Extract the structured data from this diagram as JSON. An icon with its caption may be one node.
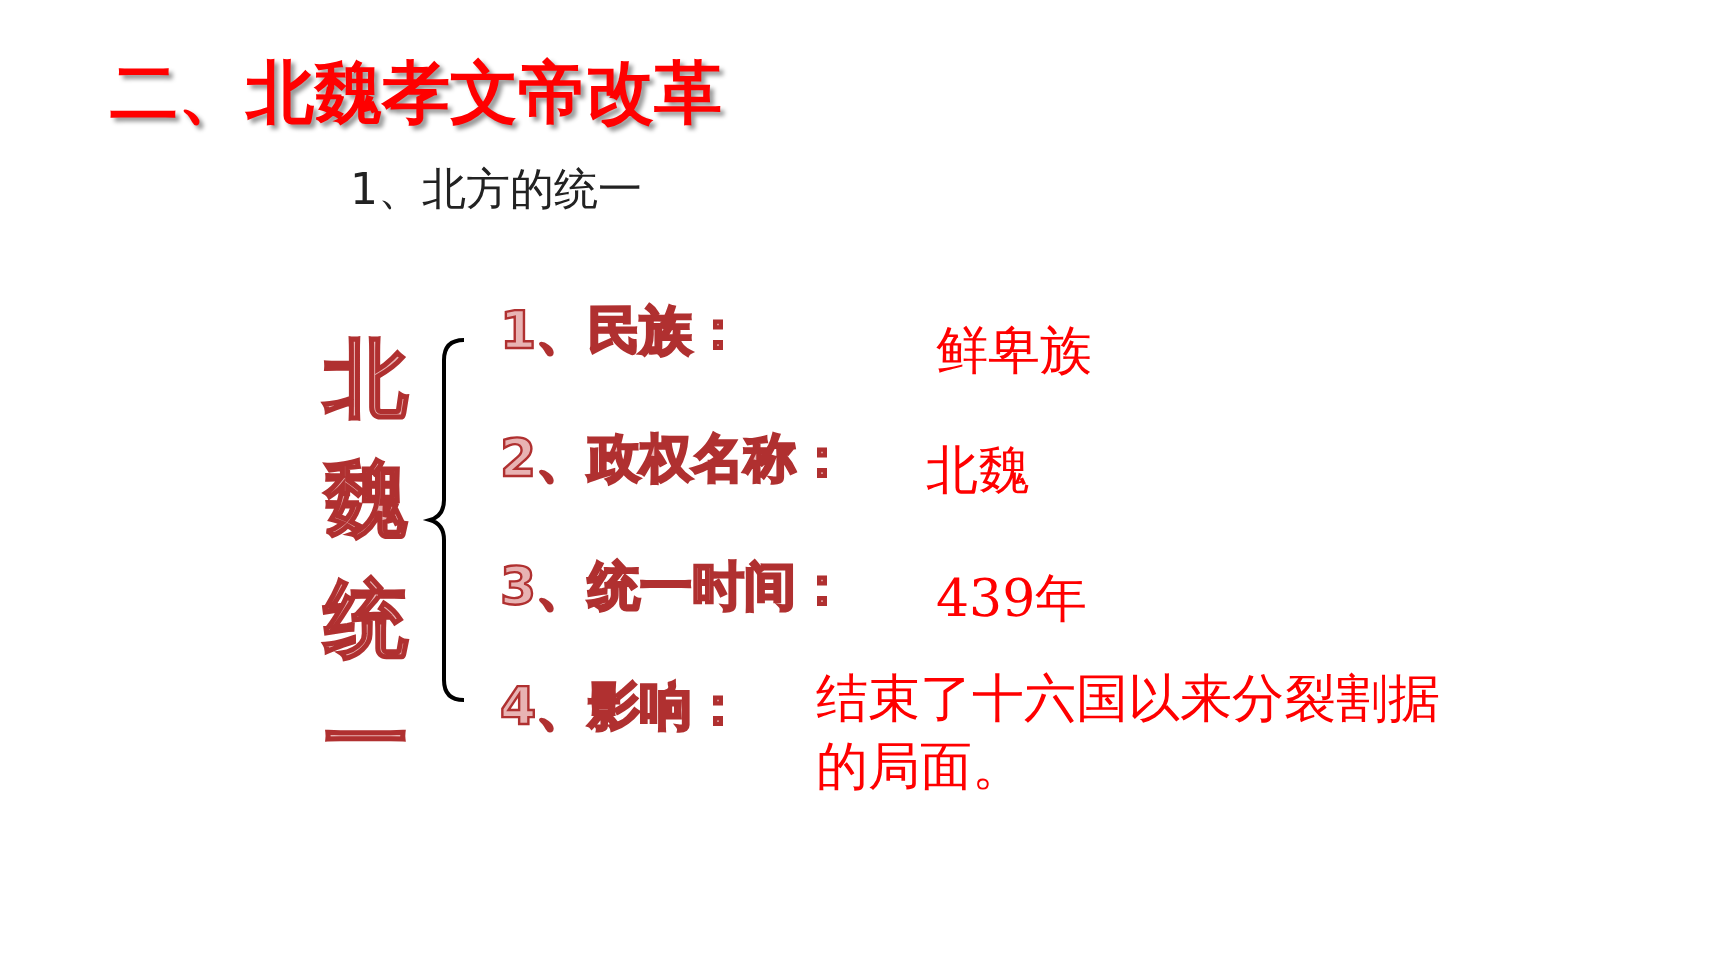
{
  "diagram": {
    "title": "二、北魏孝文帝改革",
    "labels": [
      "1、北方的统一",
      "北魏统一",
      "1、民族：",
      "鲜卑族",
      "2、政权名称：",
      "北魏",
      "3、统一时间：",
      "439年",
      "4、影响：",
      "结束了十六国以来分裂割据的局面。"
    ]
  }
}
